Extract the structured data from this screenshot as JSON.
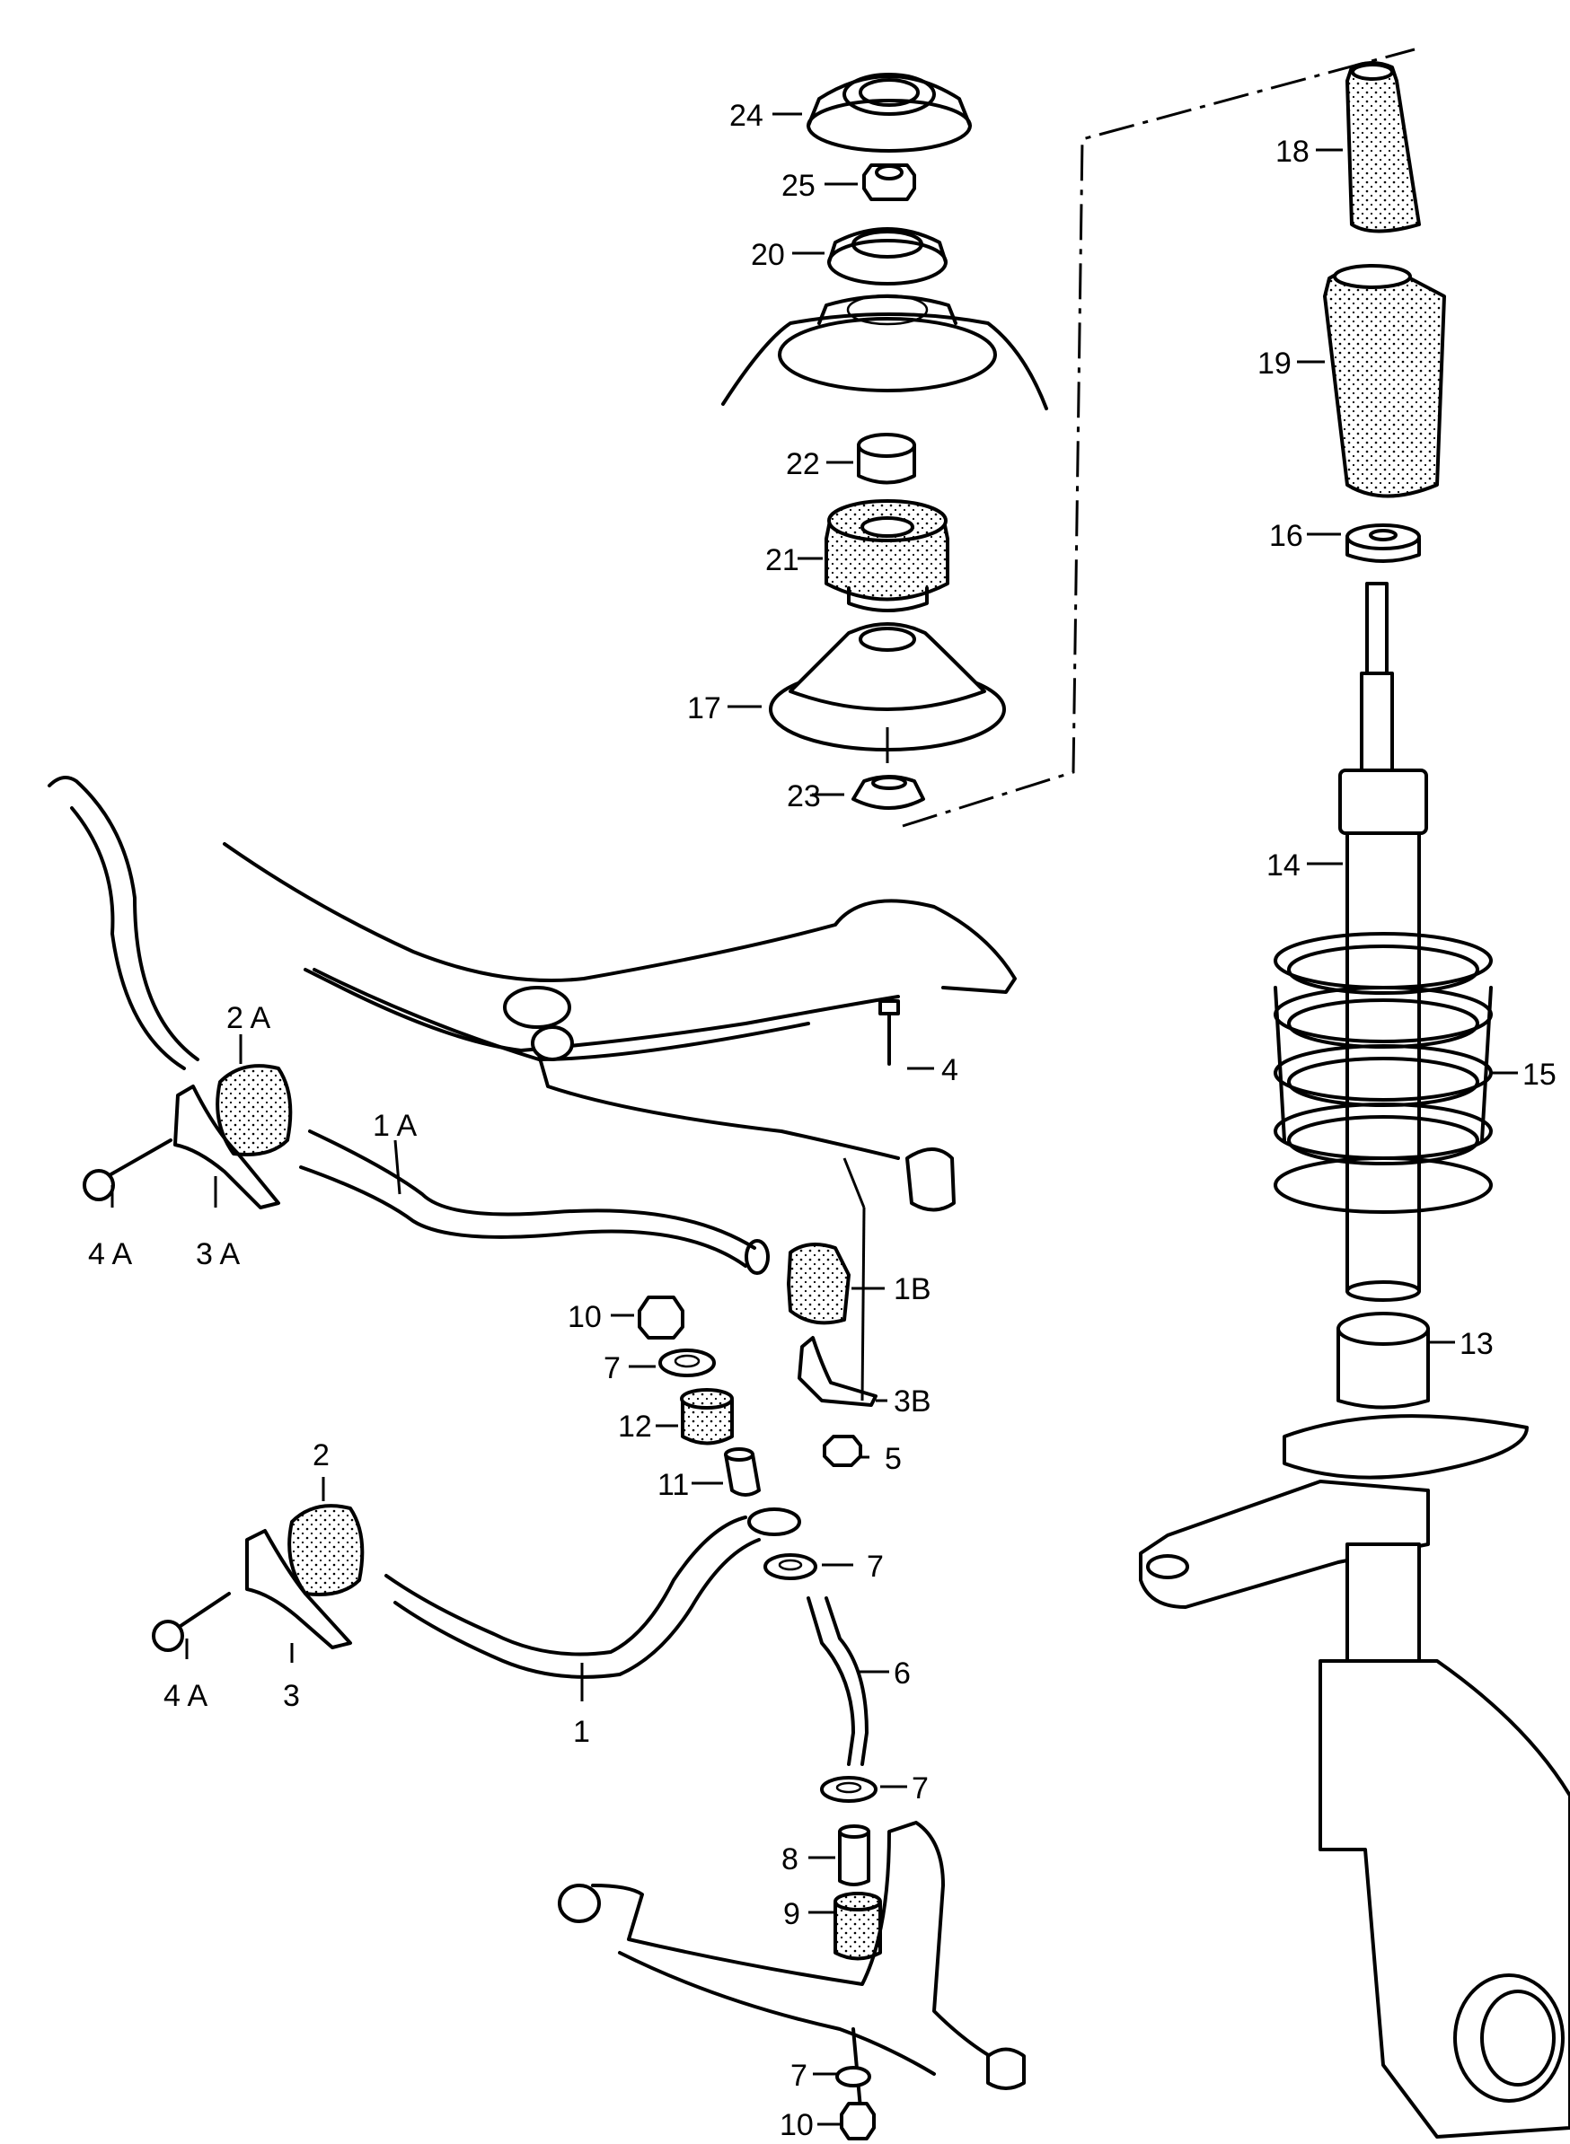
{
  "callouts": {
    "c24": "24",
    "c25": "25",
    "c20": "20",
    "c22": "22",
    "c21": "21",
    "c17": "17",
    "c23": "23",
    "c18": "18",
    "c19": "19",
    "c16": "16",
    "c14": "14",
    "c15": "15",
    "c13": "13",
    "c2A": "2 A",
    "c1A": "1 A",
    "c4A_top": "4 A",
    "c3A": "3 A",
    "c4_top": "4",
    "c1B": "1B",
    "c3B": "3B",
    "c5": "5",
    "c10_top": "10",
    "c7_a": "7",
    "c12": "12",
    "c11": "11",
    "c2": "2",
    "c7_b": "7",
    "c6": "6",
    "c4A_bot": "4 A",
    "c3": "3",
    "c1": "1",
    "c7_c": "7",
    "c8": "8",
    "c9": "9",
    "c7_d": "7",
    "c10_bot": "10"
  }
}
